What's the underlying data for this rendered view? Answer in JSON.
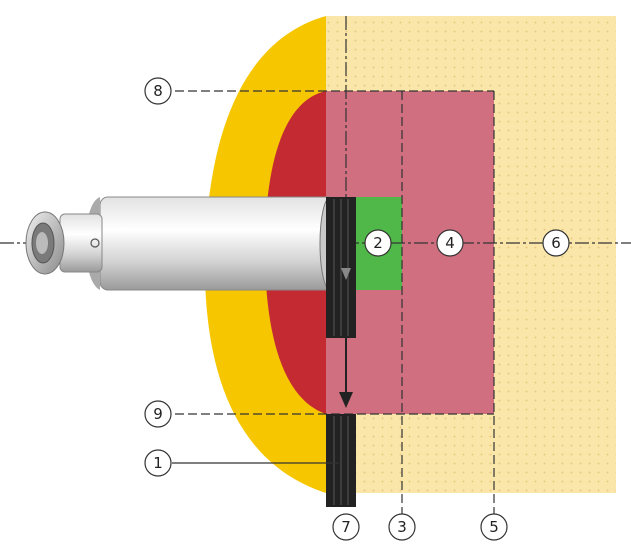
{
  "colors": {
    "background": "#ffffff",
    "outer_zone": "#f6c600",
    "red_zone": "#c42a32",
    "pink_field": "#cf6f80",
    "light_field": "#fbe6aa",
    "dot_pattern": "#e8c980",
    "green_zone": "#4fb848",
    "dark_bar": "#222222",
    "line": "#333333"
  },
  "callouts": [
    {
      "id": "1",
      "label": "1"
    },
    {
      "id": "2",
      "label": "2"
    },
    {
      "id": "3",
      "label": "3"
    },
    {
      "id": "4",
      "label": "4"
    },
    {
      "id": "5",
      "label": "5"
    },
    {
      "id": "6",
      "label": "6"
    },
    {
      "id": "7",
      "label": "7"
    },
    {
      "id": "8",
      "label": "8"
    },
    {
      "id": "9",
      "label": "9"
    }
  ],
  "icons": {
    "sensor": "cylindrical-sensor-icon",
    "target": "target-plate-icon",
    "direction": "downward-arrow-icon"
  }
}
